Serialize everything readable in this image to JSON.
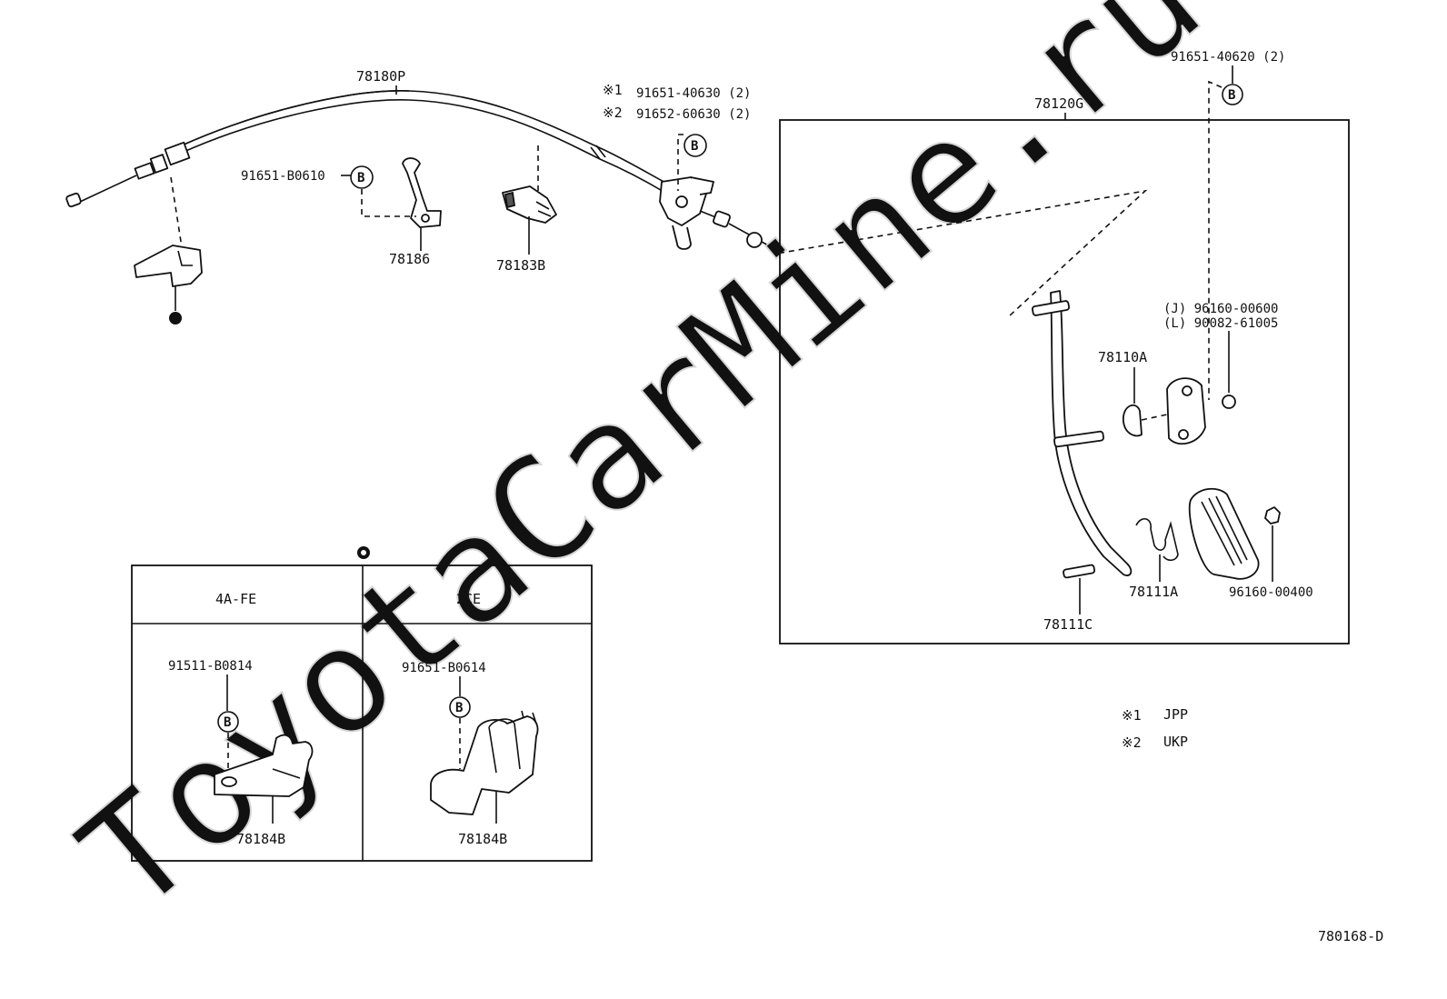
{
  "watermark": "ToyotaCarMine.ru",
  "diagram_code": "780168-D",
  "bolt_symbol": "B",
  "parts": {
    "cable": "78180P",
    "pedal_assembly": "78120G",
    "bracket_clamp": "78186",
    "cable_clamp": "78183B",
    "support": "78110A",
    "spring": "78111A",
    "pin": "78111C"
  },
  "fasteners": {
    "bolt_b0610": "91651-B0610",
    "bolt_40630": "91651-40630 (2)",
    "bolt_60630": "91652-60630 (2)",
    "bolt_40620": "91651-40620 (2)",
    "washer_j": "(J) 96160-00600",
    "washer_l": "(L) 90082-61005",
    "washer_00400": "96160-00400"
  },
  "notes": {
    "mark1": "※1",
    "mark2": "※2",
    "note1_text": "JPP",
    "note2_text": "UKP"
  },
  "bracket_table": {
    "columns": [
      "4A-FE",
      "2CE"
    ],
    "left_bolt": "91511-B0814",
    "right_bolt": "91651-B0614",
    "left_part": "78184B",
    "right_part": "78184B"
  }
}
